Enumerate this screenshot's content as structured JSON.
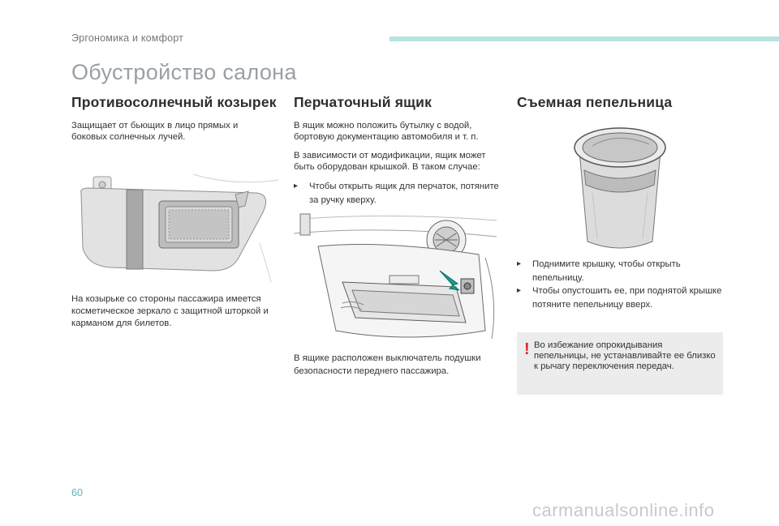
{
  "header": {
    "section": "Эргономика и комфорт",
    "page_title": "Обустройство салона"
  },
  "sun_visor": {
    "title": "Противосолнечный козырек",
    "intro": "Защищает от бьющих в лицо прямых и боковых солнечных лучей.",
    "footer": "На козырьке со стороны пассажира имеется косметическое зеркало с защитной шторкой и карманом для билетов."
  },
  "glovebox": {
    "title": "Перчаточный ящик",
    "text1": "В ящик можно положить бутылку с водой, бортовую документацию автомобиля и т. п.",
    "text2": "В зависимости от модификации, ящик может быть оборудован крышкой. В таком случае:",
    "bullet1": "Чтобы открыть ящик для перчаток, потяните за ручку кверху.",
    "footer": "В ящике расположен выключатель подушки безопасности переднего пассажира."
  },
  "ashtray": {
    "title": "Съемная пепельница",
    "bullet1": "Поднимите крышку, чтобы открыть пепельницу.",
    "bullet2": "Чтобы опустошить ее, при поднятой крышке потяните пепельницу вверх.",
    "warning": "Во избежание опрокидывания пепельницы, не устанавливайте ее близко к рычагу переключения передач."
  },
  "footer": {
    "page_number": "60",
    "watermark": "carmanualsonline.info"
  },
  "icons": {
    "bullet": "triangle-bullet-icon",
    "warning": "exclamation-warning-icon"
  },
  "colors": {
    "accent_bar": "#b7e4df",
    "page_number": "#5ab7ae",
    "warning_mark": "#e0262b",
    "note_background": "#ececec"
  }
}
